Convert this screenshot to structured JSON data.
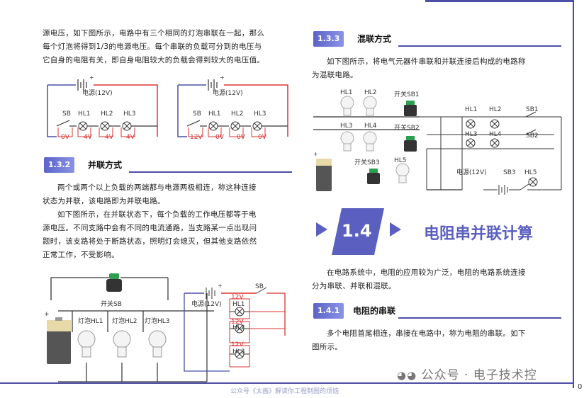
{
  "left": {
    "intro_lines": [
      "源电压，如下图所示，电路中有三个相同的灯泡串联在一起，那么",
      "每个灯泡将得到1/3的电源电压。每个串联的负载可分到的电压与",
      "它自身的电阻有关，即自身电阻较大的负载会得到较大的电压值。"
    ],
    "series_diagram_1": {
      "source": "电源(12V)",
      "sb": "SB",
      "lamps": [
        "HL1",
        "HL2",
        "HL3"
      ],
      "voltages": [
        "0V",
        "4V",
        "4V",
        "4V"
      ]
    },
    "series_diagram_2": {
      "source": "电源(12V)",
      "sb": "SB",
      "lamps": [
        "HL1",
        "HL2",
        "HL3"
      ],
      "voltages": [
        "12V",
        "0V",
        "0V",
        "0V"
      ]
    },
    "section_132": {
      "number": "1.3.2",
      "title": "并联方式"
    },
    "parallel_lines": [
      "两个或两个以上负载的两端都与电源两极相连，称这种连接",
      "状态为并联，该电路即为并联电路。",
      "如下图所示，在并联状态下，每个负载的工作电压都等于电",
      "源电压。不同支路中会有不同的电流通路，当支路某一点出现问",
      "题时，该支路将处于断路状态，照明灯会熄灭，但其他支路依然",
      "正常工作，不受影响。"
    ],
    "parallel_diagram": {
      "switch": "开关SB",
      "bulbs": [
        "灯泡HL1",
        "灯泡HL2",
        "灯泡HL3"
      ],
      "source": "电源(12V)",
      "sb": "SB",
      "lamps": [
        "HL1",
        "HL2",
        "HL3"
      ],
      "voltages": [
        "12V",
        "12V",
        "12V"
      ]
    }
  },
  "right": {
    "section_133": {
      "number": "1.3.3",
      "title": "混联方式"
    },
    "mixed_lines": [
      "如下图所示，将电气元器件串联和并联连接后构成的电路称",
      "为混联电路。"
    ],
    "mixed_diagram": {
      "bulbs_top": [
        "HL1",
        "HL2"
      ],
      "bulbs_bottom": [
        "HL3",
        "HL4"
      ],
      "switches": [
        "开关SB1",
        "开关SB2",
        "开关SB3"
      ],
      "hl5": "HL5",
      "schem_lamps": [
        "HL1",
        "HL2",
        "HL3",
        "HL4",
        "HL5"
      ],
      "schem_switches": [
        "SB1",
        "SB2",
        "SB3"
      ],
      "source": "电源(12V)"
    },
    "chapter": {
      "number": "1.4",
      "title": "电阻串并联计算"
    },
    "chapter_lines": [
      "在电路系统中，电阻的应用较为广泛，电阻的电路系统连接",
      "分为串联、并联和混联。"
    ],
    "section_141": {
      "number": "1.4.1",
      "title": "电阻的串联"
    },
    "series_r_lines": [
      "多个电阻首尾相连，串接在电路中，称为电阻的串联。如下",
      "图所示。"
    ]
  },
  "footer": {
    "text": "公众号《太画》解读你工程制图的烦恼",
    "watermark": "公众号 · 电子技术控",
    "page": "0"
  },
  "colors": {
    "accent": "#4b4fa6",
    "chapter": "#5a5fc0",
    "wire_red": "#d33",
    "wire_dark": "#333"
  }
}
